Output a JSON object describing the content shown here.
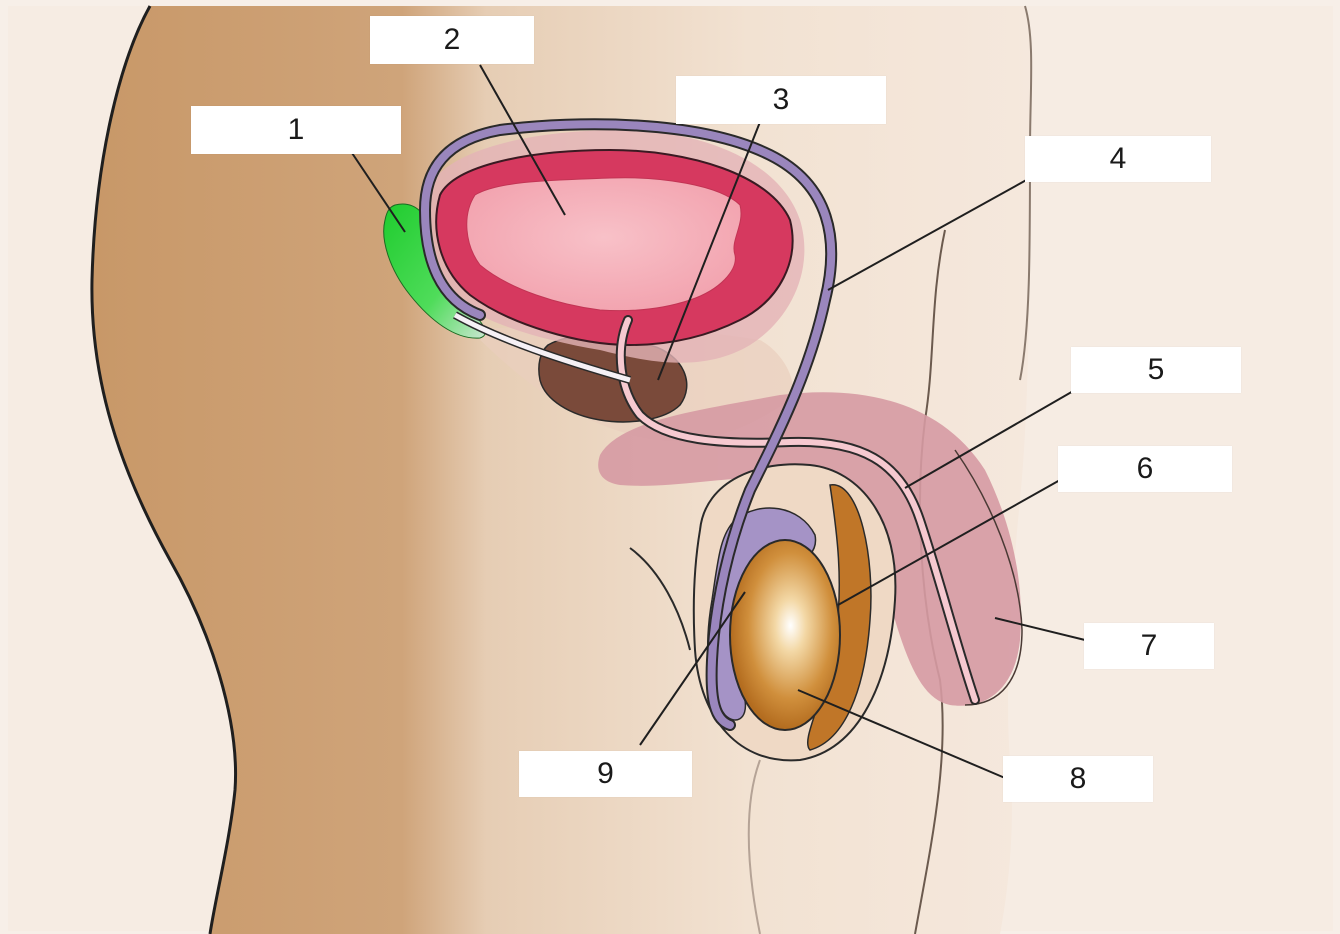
{
  "labels": [
    {
      "id": "1",
      "text": "1"
    },
    {
      "id": "2",
      "text": "2"
    },
    {
      "id": "3",
      "text": "3"
    },
    {
      "id": "4",
      "text": "4"
    },
    {
      "id": "5",
      "text": "5"
    },
    {
      "id": "6",
      "text": "6"
    },
    {
      "id": "7",
      "text": "7"
    },
    {
      "id": "8",
      "text": "8"
    },
    {
      "id": "9",
      "text": "9"
    }
  ],
  "colors": {
    "skin_dark": "#c99a6e",
    "skin_light": "#f3e7dc",
    "background": "#f7efe8",
    "bladder_wall": "#d6395f",
    "bladder_inner": "#f6b6bf",
    "vas_deferens": "#8d78ad",
    "seminal_vesicle": "#2fcf3b",
    "prostate": "#7a4a3a",
    "urethra": "#f4c3cc",
    "penis": "#d69aa3",
    "testis": "#c27a2a",
    "epididymis": "#9e8ac0",
    "outline": "#1f1f1f"
  }
}
